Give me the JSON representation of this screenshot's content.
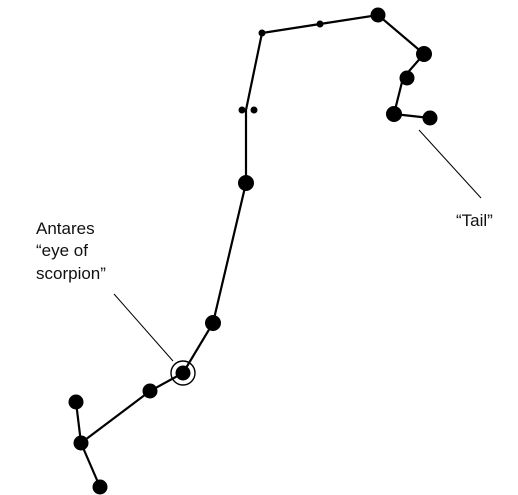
{
  "labels": {
    "antares_line1": "Antares",
    "antares_line2": "“eye of",
    "antares_line3": "scorpion”",
    "tail": "“Tail”"
  },
  "colors": {
    "ink": "#000000",
    "background": "#ffffff"
  }
}
